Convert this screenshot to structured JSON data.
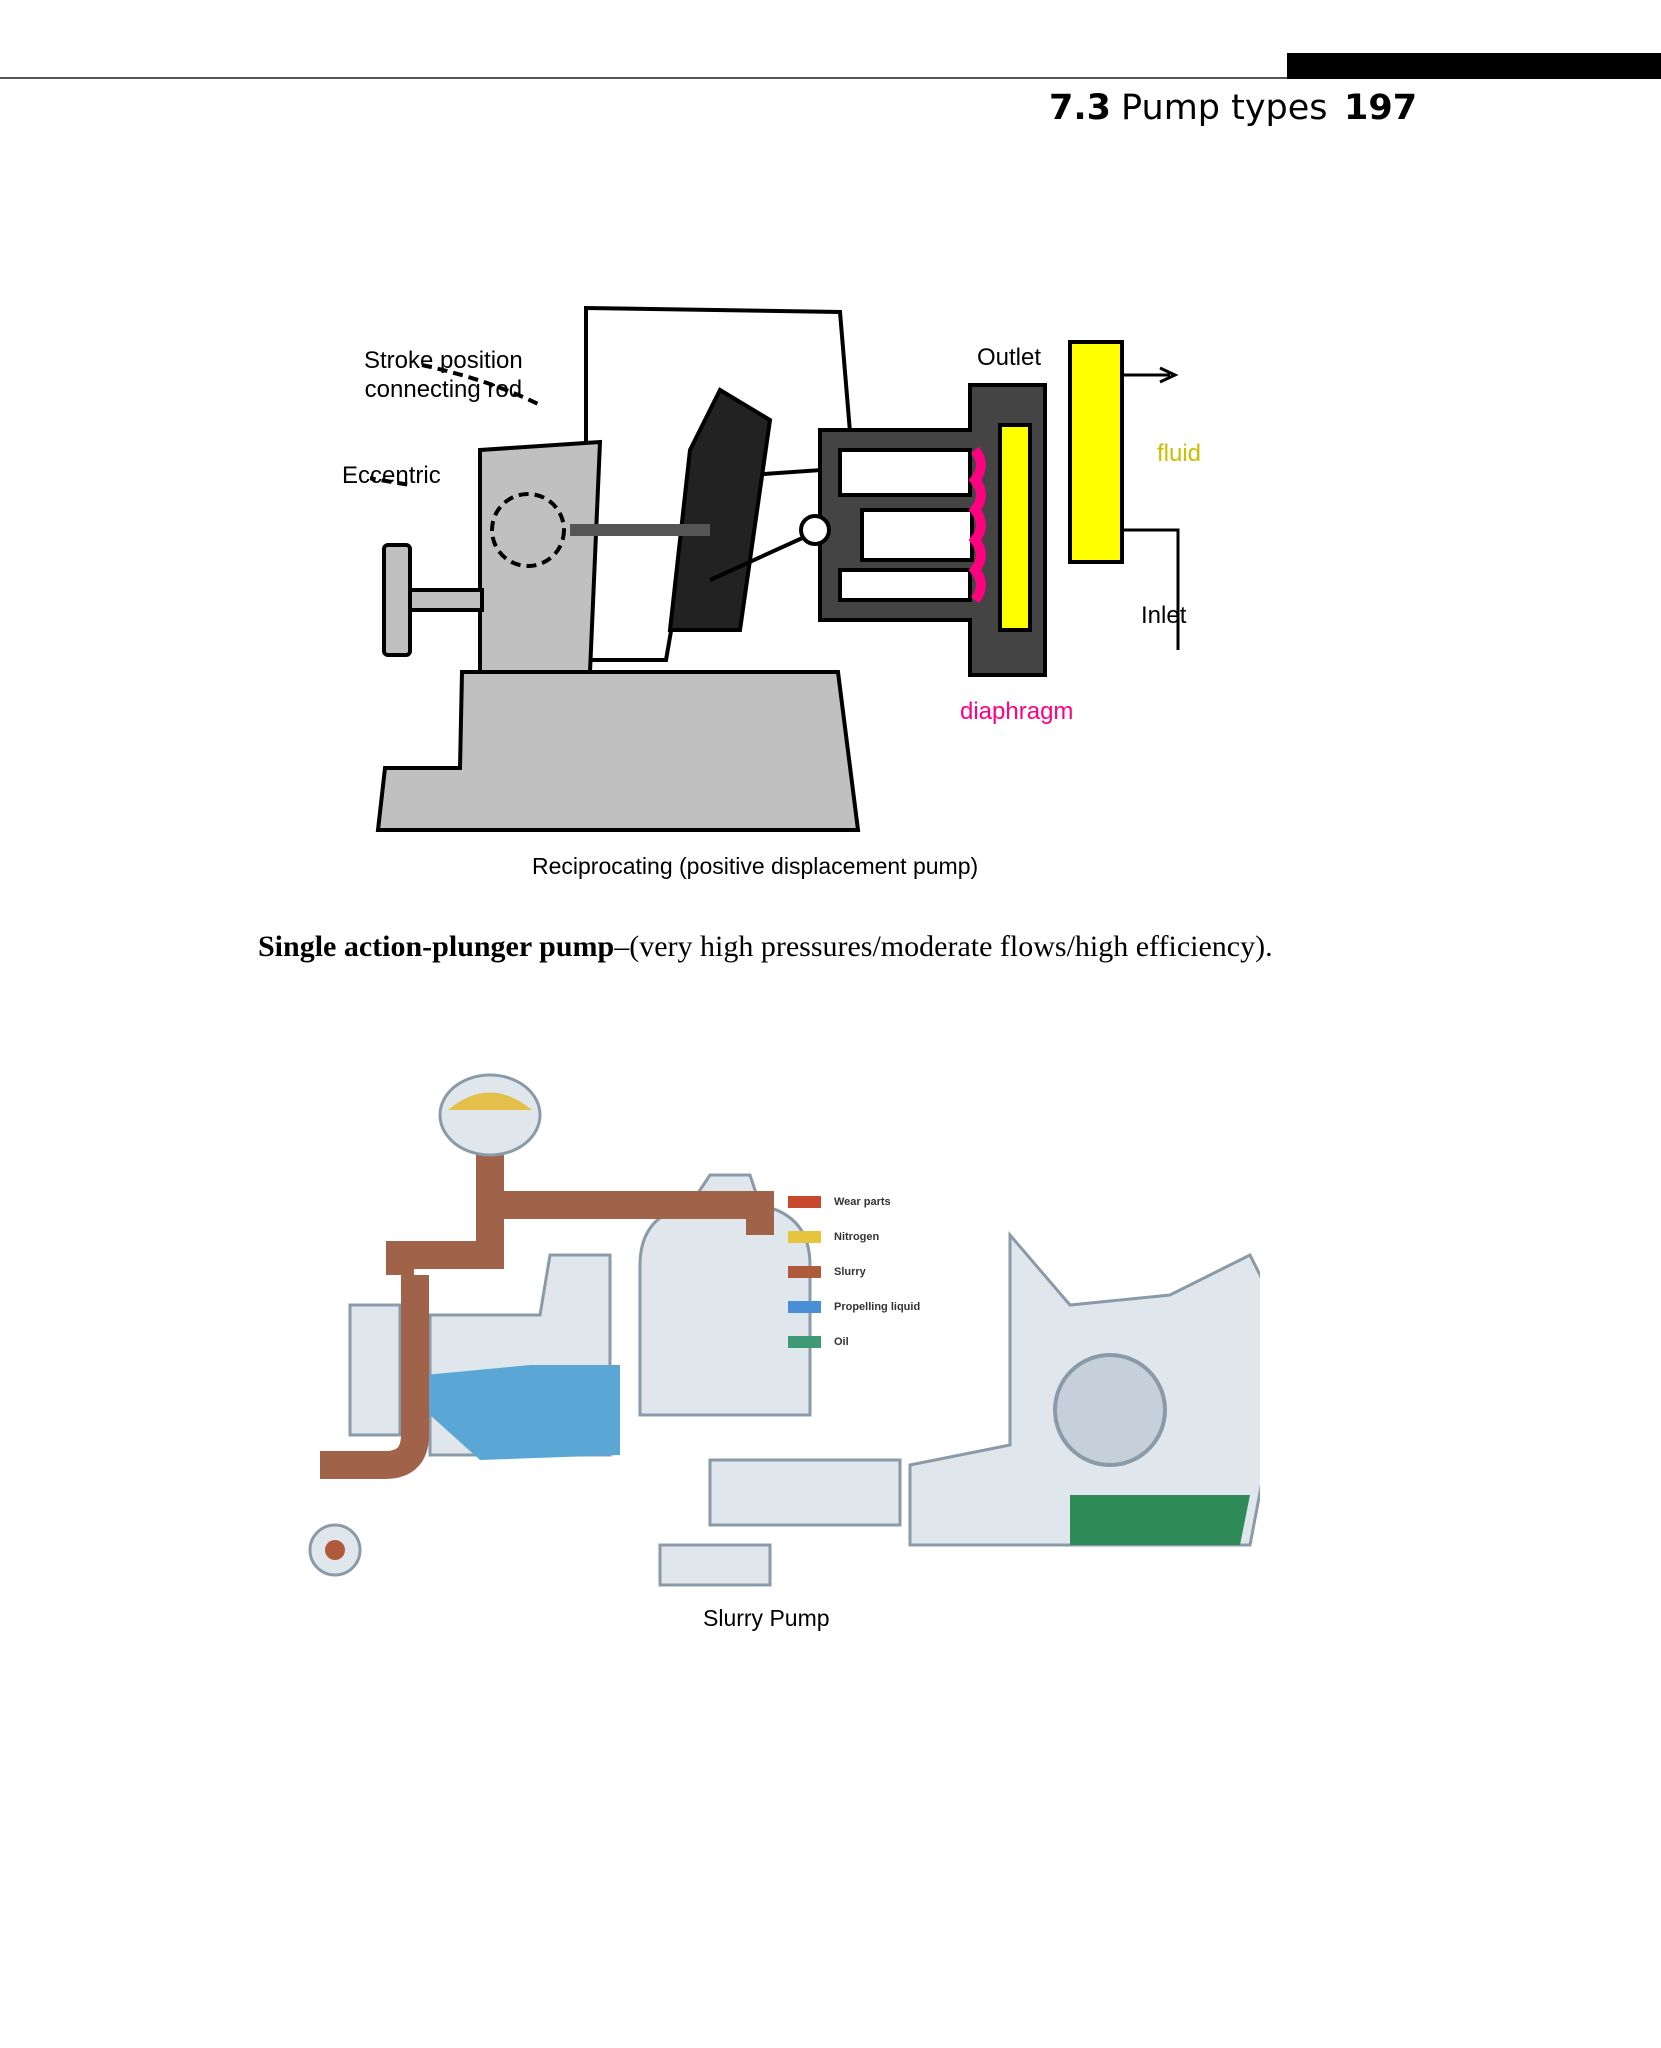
{
  "header": {
    "section_number": "7.3",
    "section_title": "Pump types",
    "page_number": "197"
  },
  "figure1": {
    "labels": {
      "stroke": "Stroke position",
      "connecting_rod": "connecting rod",
      "eccentric": "Eccentric",
      "outlet": "Outlet",
      "fluid": "fluid",
      "inlet": "Inlet",
      "diaphragm": "diaphragm"
    },
    "caption": "Reciprocating (positive displacement pump)",
    "colors": {
      "fluid": "#ffff00",
      "diaphragm": "#ff0080",
      "body": "#c0c0c0"
    }
  },
  "paragraph": {
    "bold": "Single action-plunger pump",
    "rest": "–(very high pressures/moderate flows/high efficiency)."
  },
  "figure2": {
    "legend": [
      {
        "label": "Wear parts",
        "color": "#c8482e"
      },
      {
        "label": "Nitrogen",
        "color": "#e6c43e"
      },
      {
        "label": "Slurry",
        "color": "#b05a3c"
      },
      {
        "label": "Propelling liquid",
        "color": "#4a8ed6"
      },
      {
        "label": "Oil",
        "color": "#3e9a74"
      }
    ],
    "caption": "Slurry Pump"
  }
}
